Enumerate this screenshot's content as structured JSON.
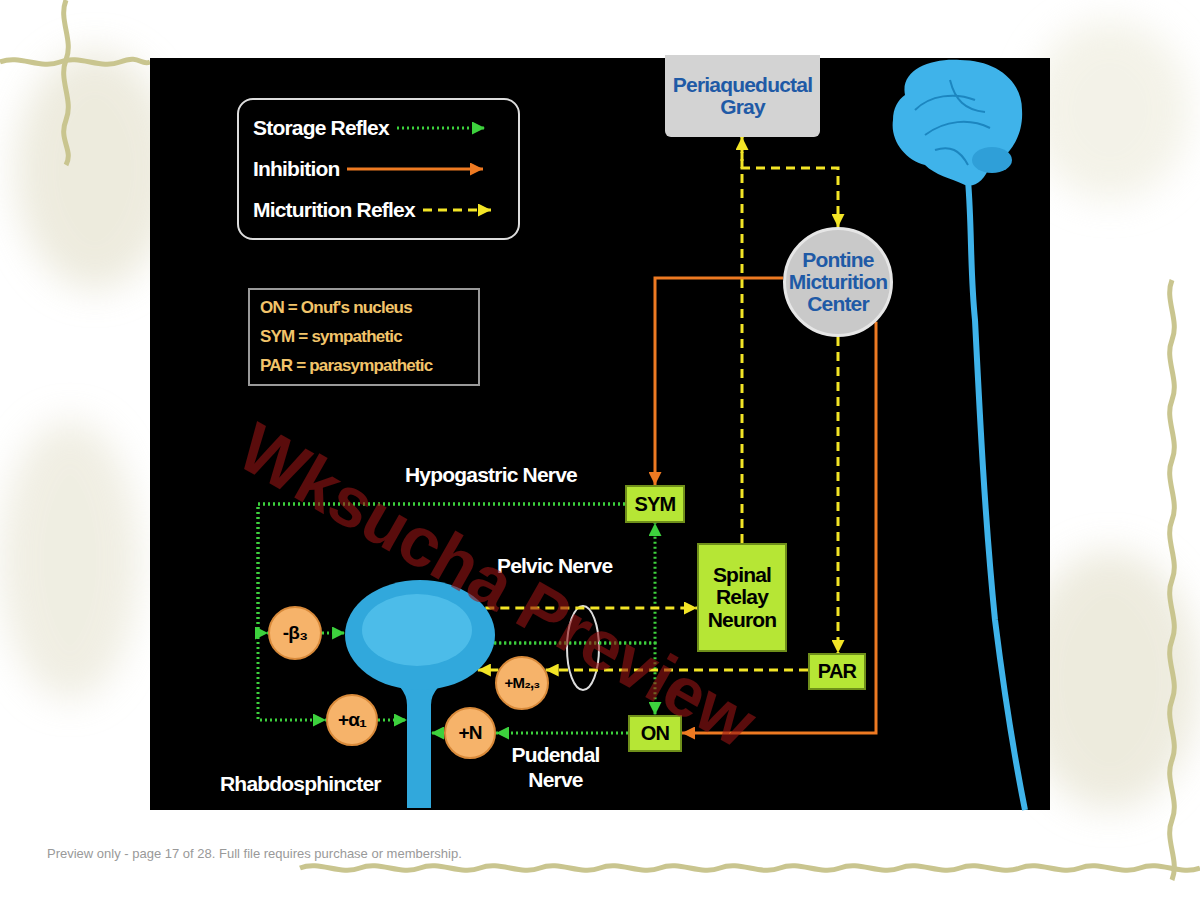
{
  "diagram": {
    "nodes": [
      {
        "text": [
          "Periaqueductal Gray"
        ]
      },
      {
        "text": [
          "Pontine Micturition Center"
        ]
      },
      {
        "text": [
          "ON = Onuf's nucleus",
          "SYM = sympathetic",
          "PAR = parasympathetic"
        ]
      },
      {
        "text": [
          "SYM"
        ]
      },
      {
        "text": [
          "Spinal Relay Neuron"
        ]
      },
      {
        "text": [
          "-β₃"
        ]
      },
      {
        "text": [
          "Rhabdosphincter"
        ]
      },
      {
        "text": [
          "+M₂,₃"
        ]
      },
      {
        "text": [
          "PAR"
        ]
      },
      {
        "text": [
          "+α₁"
        ]
      },
      {
        "text": [
          "+N"
        ]
      },
      {
        "text": [
          "ON"
        ]
      }
    ],
    "edges": [
      {
        "from": 3,
        "to": 5,
        "arrow": "to"
      },
      {
        "from": 3,
        "to": 9,
        "arrow": "to"
      },
      {
        "from": 5,
        "to": 6,
        "arrow": "to"
      },
      {
        "from": 9,
        "to": 6,
        "arrow": "to"
      },
      {
        "from": 6,
        "to": 3,
        "arrow": "to"
      },
      {
        "from": 6,
        "to": 11,
        "arrow": "to"
      },
      {
        "from": 11,
        "to": 10,
        "arrow": "to"
      },
      {
        "from": 10,
        "to": 6,
        "arrow": "to"
      },
      {
        "from": 6,
        "to": 4,
        "arrow": "to"
      },
      {
        "from": 4,
        "to": 0,
        "arrow": "to"
      },
      {
        "from": 0,
        "to": 1,
        "arrow": "to"
      },
      {
        "from": 1,
        "to": 8,
        "arrow": "to"
      },
      {
        "from": 8,
        "to": 7,
        "arrow": "to"
      },
      {
        "from": 7,
        "to": 6,
        "arrow": "to"
      },
      {
        "from": 1,
        "to": 3,
        "arrow": "to"
      },
      {
        "from": 1,
        "to": 11,
        "arrow": "to"
      }
    ],
    "labels": [
      "Hypogastric Nerve",
      "Pelvic Nerve",
      "Pudendal Nerve",
      "Wksucha Preview",
      "Preview only - page 17 of 28. Full file requires purchase or membership."
    ],
    "legend": [
      {
        "text": "Storage Reflex"
      },
      {
        "text": "Inhibition"
      },
      {
        "text": "Micturition Reflex"
      }
    ]
  }
}
